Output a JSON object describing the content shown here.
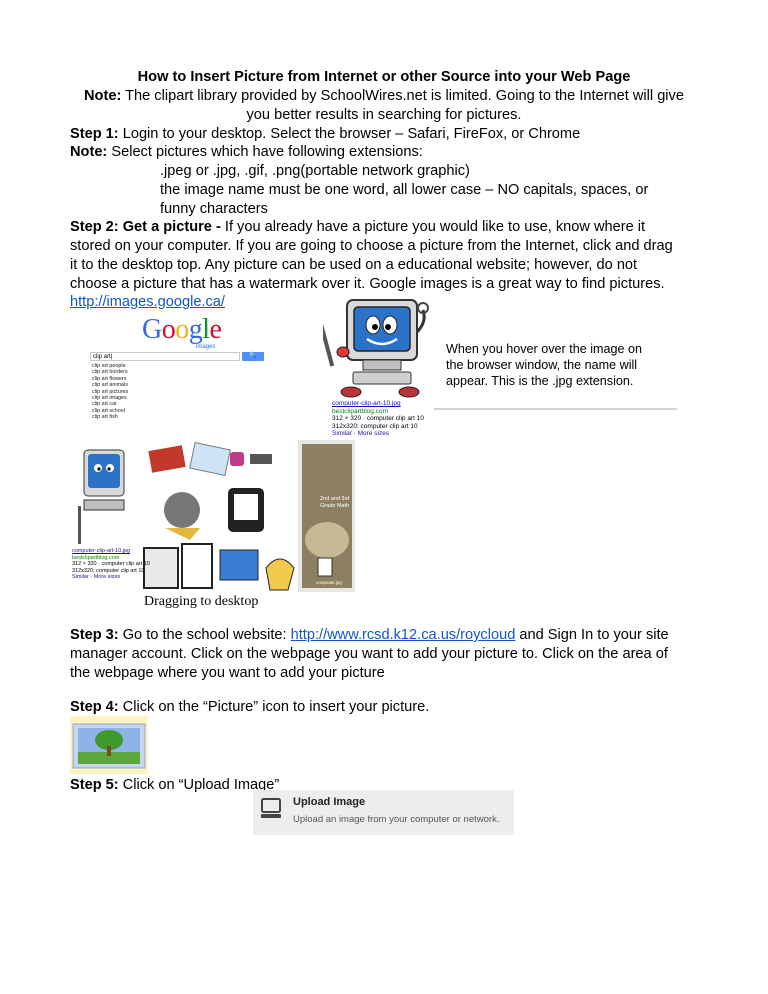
{
  "title": "How to Insert Picture from Internet or other Source into your Web Page",
  "note1": {
    "label": "Note:",
    "line1": " The clipart library provided by SchoolWires.net is limited. Going to the Internet will give",
    "line2": "you better results in searching for pictures."
  },
  "step1": {
    "label": "Step 1:",
    "text": " Login to your desktop. Select the browser – Safari, FireFox, or Chrome"
  },
  "note2": {
    "label": "Note:",
    "text": " Select pictures which have following extensions:",
    "ext": ".jpeg or .jpg, .gif, .png(portable network graphic)",
    "rule1": "the image name must be one word, all lower case – NO capitals, spaces, or",
    "rule2": "funny characters"
  },
  "step2": {
    "label": "Step 2: Get a picture -",
    "line1": " If you already have a picture you would like to use, know where it",
    "line2": "stored on your computer. If you are going to choose a picture from the Internet, click and drag",
    "line3": "it to the desktop top. Any picture can be used on a educational website; however, do not",
    "line4": "choose a picture that has a watermark over it. Google images is a great way to find pictures.",
    "link": "http://images.google.ca/"
  },
  "google": {
    "logo": [
      "G",
      "o",
      "o",
      "g",
      "l",
      "e"
    ],
    "logo_colors": [
      "#3369e8",
      "#d50f25",
      "#eeb211",
      "#3369e8",
      "#009925",
      "#d50f25"
    ],
    "sub": "images",
    "query": "clip art|",
    "button": "🔍",
    "suggestions": [
      "clip art people",
      "clip art borders",
      "clip art flowers",
      "clip art animals",
      "clip art pictures",
      "clip art images",
      "clip art car",
      "clip art school",
      "clip art fish"
    ]
  },
  "clip": {
    "filename": "computer-clip-art-10.jpg",
    "site": "bestclipartblog.com",
    "dims1": "312 × 320 · computer clip art 10",
    "dims2": "312x320: computer clip art 10",
    "similar": "Similar · More sizes"
  },
  "hover_note": {
    "line1": "When you hover over the image on",
    "line2": "the browser window, the name will",
    "line3": "appear. This is the .jpg extension."
  },
  "collage": {
    "caption": "Dragging to desktop",
    "filename": "computer-clip-art-10.jpg",
    "site": "bestclipartblog.com",
    "dims": "312 × 320 · computer clip art 10",
    "dims2": "312x320: computer clip art 10",
    "similar": "Similar · More sizes",
    "desk_label1": "2nd and 3rd",
    "desk_label2": "Grade Math",
    "desk_label3": "computer.jpg"
  },
  "step3": {
    "label": "Step 3:",
    "pre": " Go to the school website: ",
    "link": "http://www.rcsd.k12.ca.us/roycloud",
    "post": " and Sign In to your site",
    "line2": "manager account. Click on the webpage you want to add your picture to. Click on the area of",
    "line3": "the webpage where you want to add your picture"
  },
  "step4": {
    "label": "Step 4:",
    "text": " Click on the “Picture” icon to insert your picture."
  },
  "step5": {
    "label": "Step 5:",
    "text": " Click on “Upload Image”"
  },
  "upload": {
    "title": "Upload Image",
    "subtitle": "Upload an image from your computer or network."
  }
}
